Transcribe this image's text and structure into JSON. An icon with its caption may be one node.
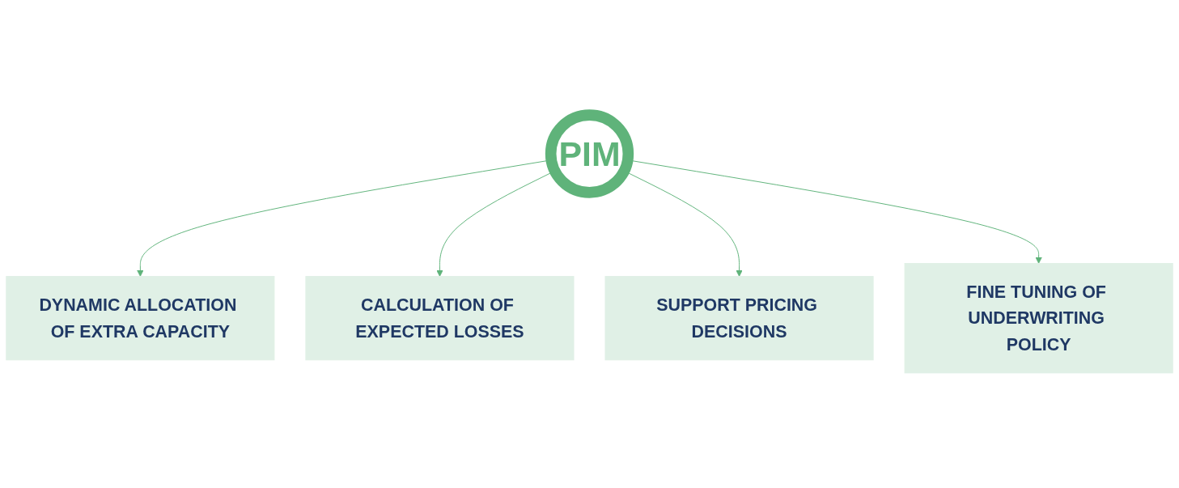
{
  "diagram": {
    "nodes": [
      {
        "text": [
          "DYNAMIC ALLOCATION OF EXTRA CAPACITY"
        ]
      },
      {
        "text": [
          "CALCULATION OF EXPECTED LOSSES"
        ]
      },
      {
        "text": [
          "PIM"
        ]
      },
      {
        "text": [
          "SUPPORT PRICING DECISIONS"
        ]
      },
      {
        "text": [
          "FINE TUNING OF UNDERWRITING POLICY"
        ]
      }
    ],
    "edges": [
      {
        "from": 2,
        "to": 0,
        "arrow": "to"
      },
      {
        "from": 2,
        "to": 1,
        "arrow": "to"
      },
      {
        "from": 2,
        "to": 3,
        "arrow": "to"
      },
      {
        "from": 2,
        "to": 4,
        "arrow": "to"
      }
    ]
  }
}
